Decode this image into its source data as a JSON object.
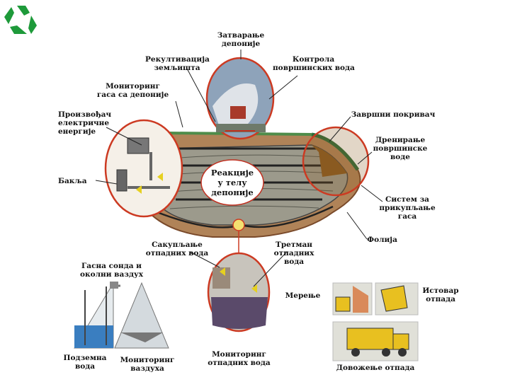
{
  "labels": {
    "closing": [
      "Затварање",
      "депоније"
    ],
    "recultivation": [
      "Рекултивација",
      "земљишта"
    ],
    "surface_water_control": [
      "Контрола",
      "површинских вода"
    ],
    "gas_monitoring": [
      "Мониторинг",
      "гаса са депоније"
    ],
    "electricity_producer": [
      "Произвођач",
      "електричне",
      "енергије"
    ],
    "final_cover": [
      "Завршни покривач"
    ],
    "surface_drainage": [
      "Дренирање",
      "површинске",
      "воде"
    ],
    "torch": [
      "Бакља"
    ],
    "body_reactions": [
      "Реакције",
      "у телу",
      "депоније"
    ],
    "collection_system": [
      "Систем за",
      "прикупљање",
      "гаса"
    ],
    "foil": [
      "Фолија"
    ],
    "leachate_collection": [
      "Сакупљање",
      "отпадних вода"
    ],
    "leachate_treatment": [
      "Третман",
      "отпадних",
      "вода"
    ],
    "gas_probe": [
      "Гасна сонда и",
      "околни ваздух"
    ],
    "measurement": [
      "Мерење"
    ],
    "waste_unloading": [
      "Истовар",
      "отпада"
    ],
    "groundwater": [
      "Подземна",
      "вода"
    ],
    "air_monitoring": [
      "Мониторинг",
      "ваздуха"
    ],
    "leachate_monitoring": [
      "Мониторинг",
      "отпадних вода"
    ],
    "waste_delivery": [
      "Довожење отпада"
    ]
  },
  "colors": {
    "circle_stroke": "#cc3a22",
    "recycle_green": "#1e9a3a",
    "soil": "#b88a5c",
    "waste": "#8a8a80",
    "truck": "#e8c020",
    "water": "#2a6fb0"
  },
  "icons": {
    "recycle": "recycle-icon"
  }
}
